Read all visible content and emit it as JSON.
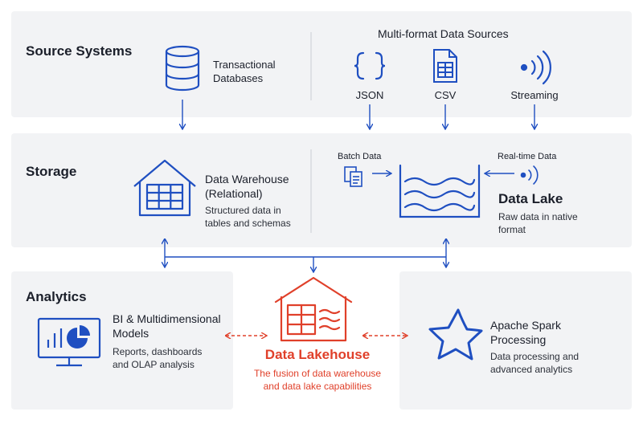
{
  "colors": {
    "blue": "#1f4fc1",
    "red": "#e0402a",
    "panel": "#f2f3f5",
    "text": "#1b1f2a"
  },
  "sections": {
    "source": "Source Systems",
    "storage": "Storage",
    "analytics": "Analytics"
  },
  "source": {
    "databases": [
      "Transactional",
      "Databases"
    ],
    "multi_title": "Multi-format Data Sources",
    "json": "JSON",
    "csv": "CSV",
    "streaming": "Streaming"
  },
  "storage": {
    "warehouse_title": [
      "Data Warehouse",
      "(Relational)"
    ],
    "warehouse_desc": [
      "Structured data in",
      "tables and schemas"
    ],
    "batch": "Batch Data",
    "realtime": "Real-time Data",
    "lake_title": "Data Lake",
    "lake_desc": [
      "Raw data in native",
      "format"
    ]
  },
  "analytics": {
    "bi_title": [
      "BI & Multidimensional",
      "Models"
    ],
    "bi_desc": [
      "Reports, dashboards",
      "and OLAP analysis"
    ],
    "lakehouse_title": "Data Lakehouse",
    "lakehouse_desc": [
      "The fusion of data warehouse",
      "and data lake capabilities"
    ],
    "spark_title": [
      "Apache Spark",
      "Processing"
    ],
    "spark_desc": [
      "Data processing and",
      "advanced analytics"
    ]
  },
  "icons": [
    "database-icon",
    "json-braces-icon",
    "csv-file-icon",
    "streaming-icon",
    "warehouse-icon",
    "batch-documents-icon",
    "realtime-stream-icon",
    "data-lake-icon",
    "bi-monitor-chart-icon",
    "lakehouse-icon",
    "spark-star-icon"
  ]
}
